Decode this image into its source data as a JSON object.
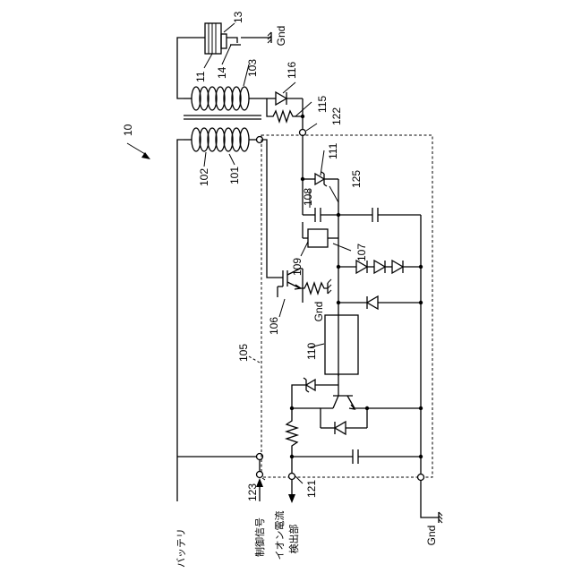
{
  "labels": {
    "ref_10": "10",
    "ref_11": "11",
    "ref_13": "13",
    "ref_14": "14",
    "ref_101": "101",
    "ref_102": "102",
    "ref_103": "103",
    "ref_105": "105",
    "ref_106": "106",
    "ref_107": "107",
    "ref_108": "108",
    "ref_109": "109",
    "ref_110": "110",
    "ref_111": "111",
    "ref_115": "115",
    "ref_116": "116",
    "ref_121": "121",
    "ref_122": "122",
    "ref_123": "123",
    "ref_125": "125",
    "gnd": "Gnd",
    "battery": "バッテリ",
    "control_signal": "制御信号",
    "ion_current_1": "イオン電流",
    "ion_current_2": "検出部"
  }
}
